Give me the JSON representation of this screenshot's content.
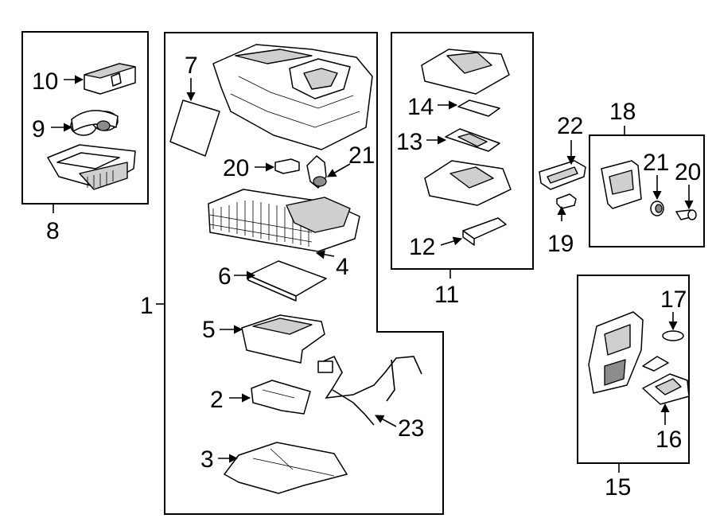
{
  "callouts": {
    "c1": "1",
    "c2": "2",
    "c3": "3",
    "c4": "4",
    "c5": "5",
    "c6": "6",
    "c7": "7",
    "c8": "8",
    "c9": "9",
    "c10": "10",
    "c11": "11",
    "c12": "12",
    "c13": "13",
    "c14": "14",
    "c15": "15",
    "c16": "16",
    "c17": "17",
    "c18": "18",
    "c19": "19",
    "c20a": "20",
    "c20b": "20",
    "c21a": "21",
    "c21b": "21",
    "c22": "22",
    "c23": "23"
  }
}
